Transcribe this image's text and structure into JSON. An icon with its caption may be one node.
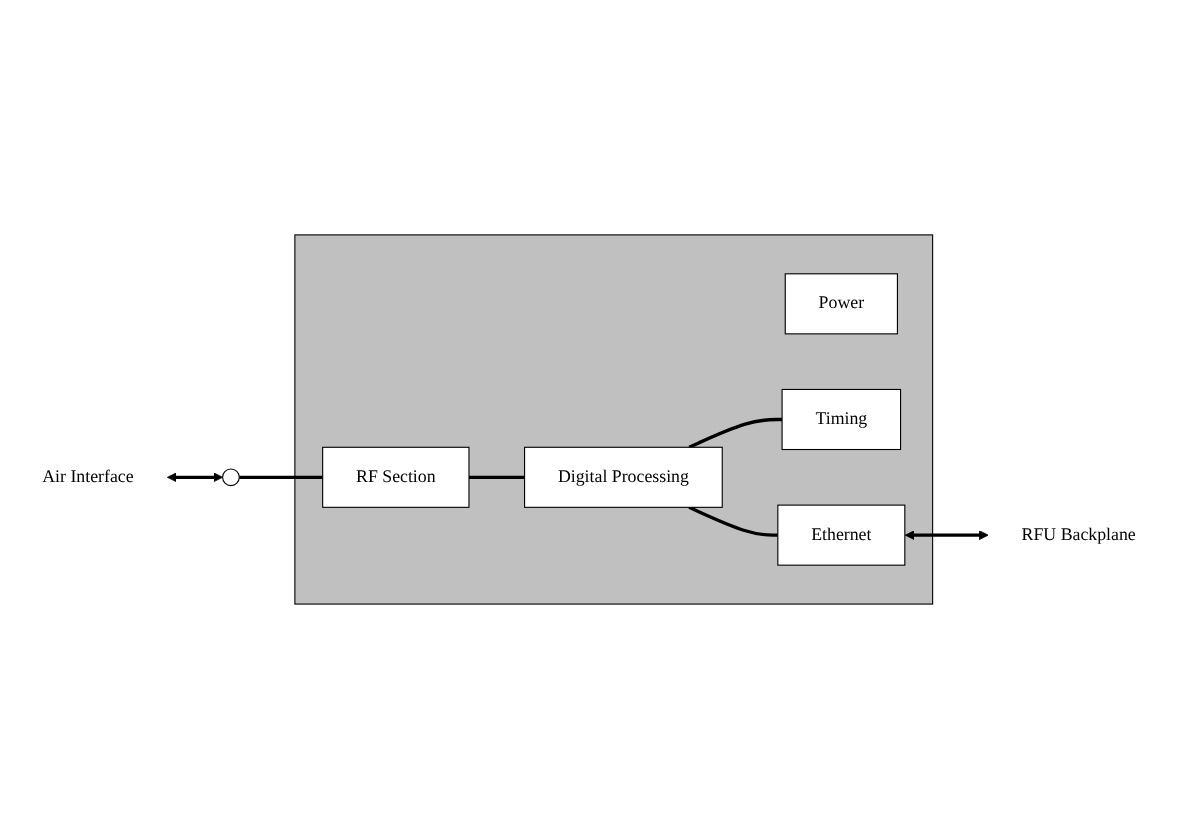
{
  "diagram": {
    "nodes": [
      {
        "text": [],
        "shape": "box"
      },
      {
        "text": [
          "RF Section"
        ],
        "in": 0
      },
      {
        "text": [
          "Digital Processing"
        ],
        "in": 0
      },
      {
        "text": [
          "Power"
        ],
        "in": 0
      },
      {
        "text": [
          "Timing"
        ],
        "in": 0
      },
      {
        "text": [
          "Ethernet"
        ],
        "in": 0
      },
      {
        "text": [
          "Air Interface"
        ]
      },
      {
        "text": [],
        "shape": "circle"
      },
      {
        "text": [
          "RFU Backplane"
        ]
      }
    ],
    "edges": [
      {
        "from": 6,
        "to": 7,
        "arrow": "both"
      },
      {
        "from": 7,
        "to": 1,
        "arrow": "none"
      },
      {
        "from": 1,
        "to": 2,
        "arrow": "none"
      },
      {
        "from": 2,
        "to": 4,
        "arrow": "none"
      },
      {
        "from": 2,
        "to": 5,
        "arrow": "none"
      },
      {
        "from": 5,
        "to": 8,
        "arrow": "both"
      }
    ]
  }
}
